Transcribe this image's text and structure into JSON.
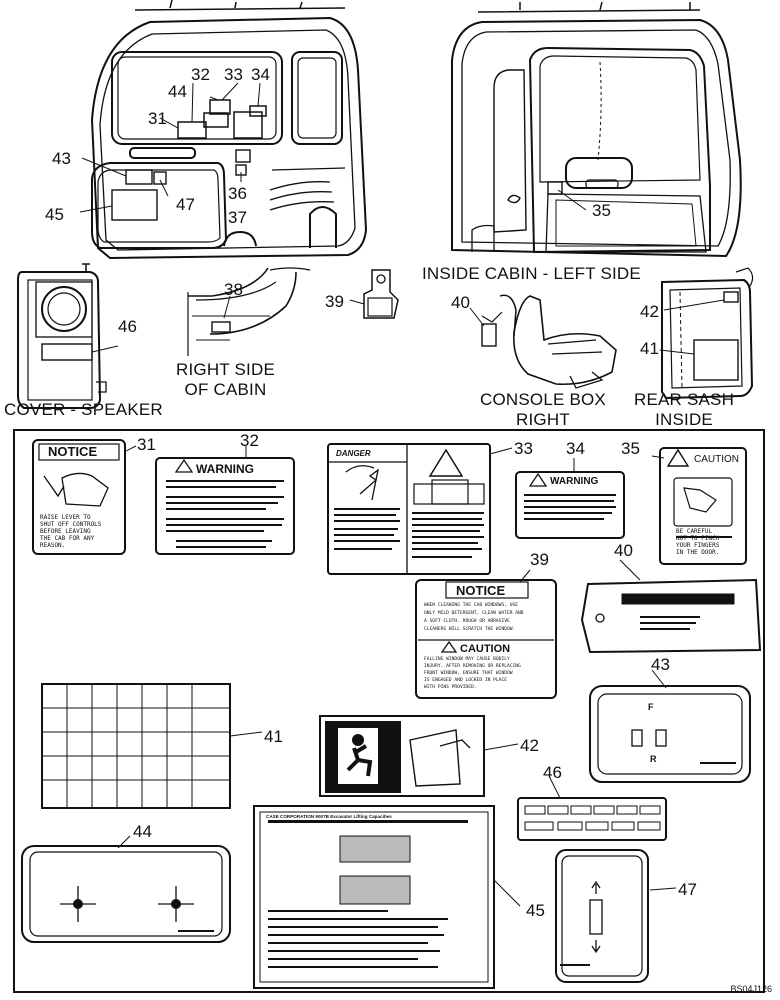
{
  "callouts": {
    "n31a": "31",
    "n32a": "32",
    "n33a": "33",
    "n34a": "34",
    "n36": "36",
    "n37": "37",
    "n43a": "43",
    "n44a": "44",
    "n45a": "45",
    "n47a": "47",
    "n35a": "35",
    "n38": "38",
    "n39a": "39",
    "n40a": "40",
    "n42a": "42",
    "n41a": "41",
    "n46a": "46",
    "n31b": "31",
    "n32b": "32",
    "n33b": "33",
    "n34b": "34",
    "n35b": "35",
    "n39b": "39",
    "n40b": "40",
    "n43b": "43",
    "n41b": "41",
    "n42b": "42",
    "n46b": "46",
    "n44b": "44",
    "n45b": "45",
    "n47b": "47"
  },
  "captions": {
    "inside_cabin_left": "INSIDE CABIN - LEFT SIDE",
    "cover_speaker": "COVER - SPEAKER",
    "right_side_of_cabin": "RIGHT SIDE\nOF CABIN",
    "console_box_right": "CONSOLE BOX\nRIGHT",
    "rear_sash_inside": "REAR SASH\nINSIDE"
  },
  "decals": {
    "notice_title": "NOTICE",
    "notice_body": "RAISE LEVER TO\nSHUT OFF CONTROLS\nBEFORE LEAVING\nTHE CAB FOR ANY\nREASON.",
    "warning_title": "WARNING",
    "danger_title": "DANGER",
    "warning34_title": "WARNING",
    "caution35_title": "CAUTION",
    "caution35_body": "BE CAREFUL\nNOT TO PINCH\nYOUR FINGERS\nIN THE DOOR.",
    "notice39_title": "NOTICE",
    "notice39_body": "WHEN CLEANING THE CAB WINDOWS, USE\nONLY MILD DETERGENT, CLEAN WATER AND\nA SOFT CLOTH. ROUGH OR ABRASIVE\nCLEANERS WILL SCRATCH THE WINDOW.",
    "caution39_title": "CAUTION",
    "caution39_body": "FALLING WINDOW MAY CAUSE BODILY\nINJURY. AFTER REMOVING OR REPLACING\nFRONT WINDOW, ENSURE THAT WINDOW\nIS ENGAGED AND LOCKED IN PLACE\nWITH PINS PROVIDED.",
    "lift_title": "CASE CORPORATION   9007B Excavator Lifting Capacities",
    "decal43_letters": [
      "F",
      "R"
    ]
  },
  "ref_code": "BS04J126"
}
